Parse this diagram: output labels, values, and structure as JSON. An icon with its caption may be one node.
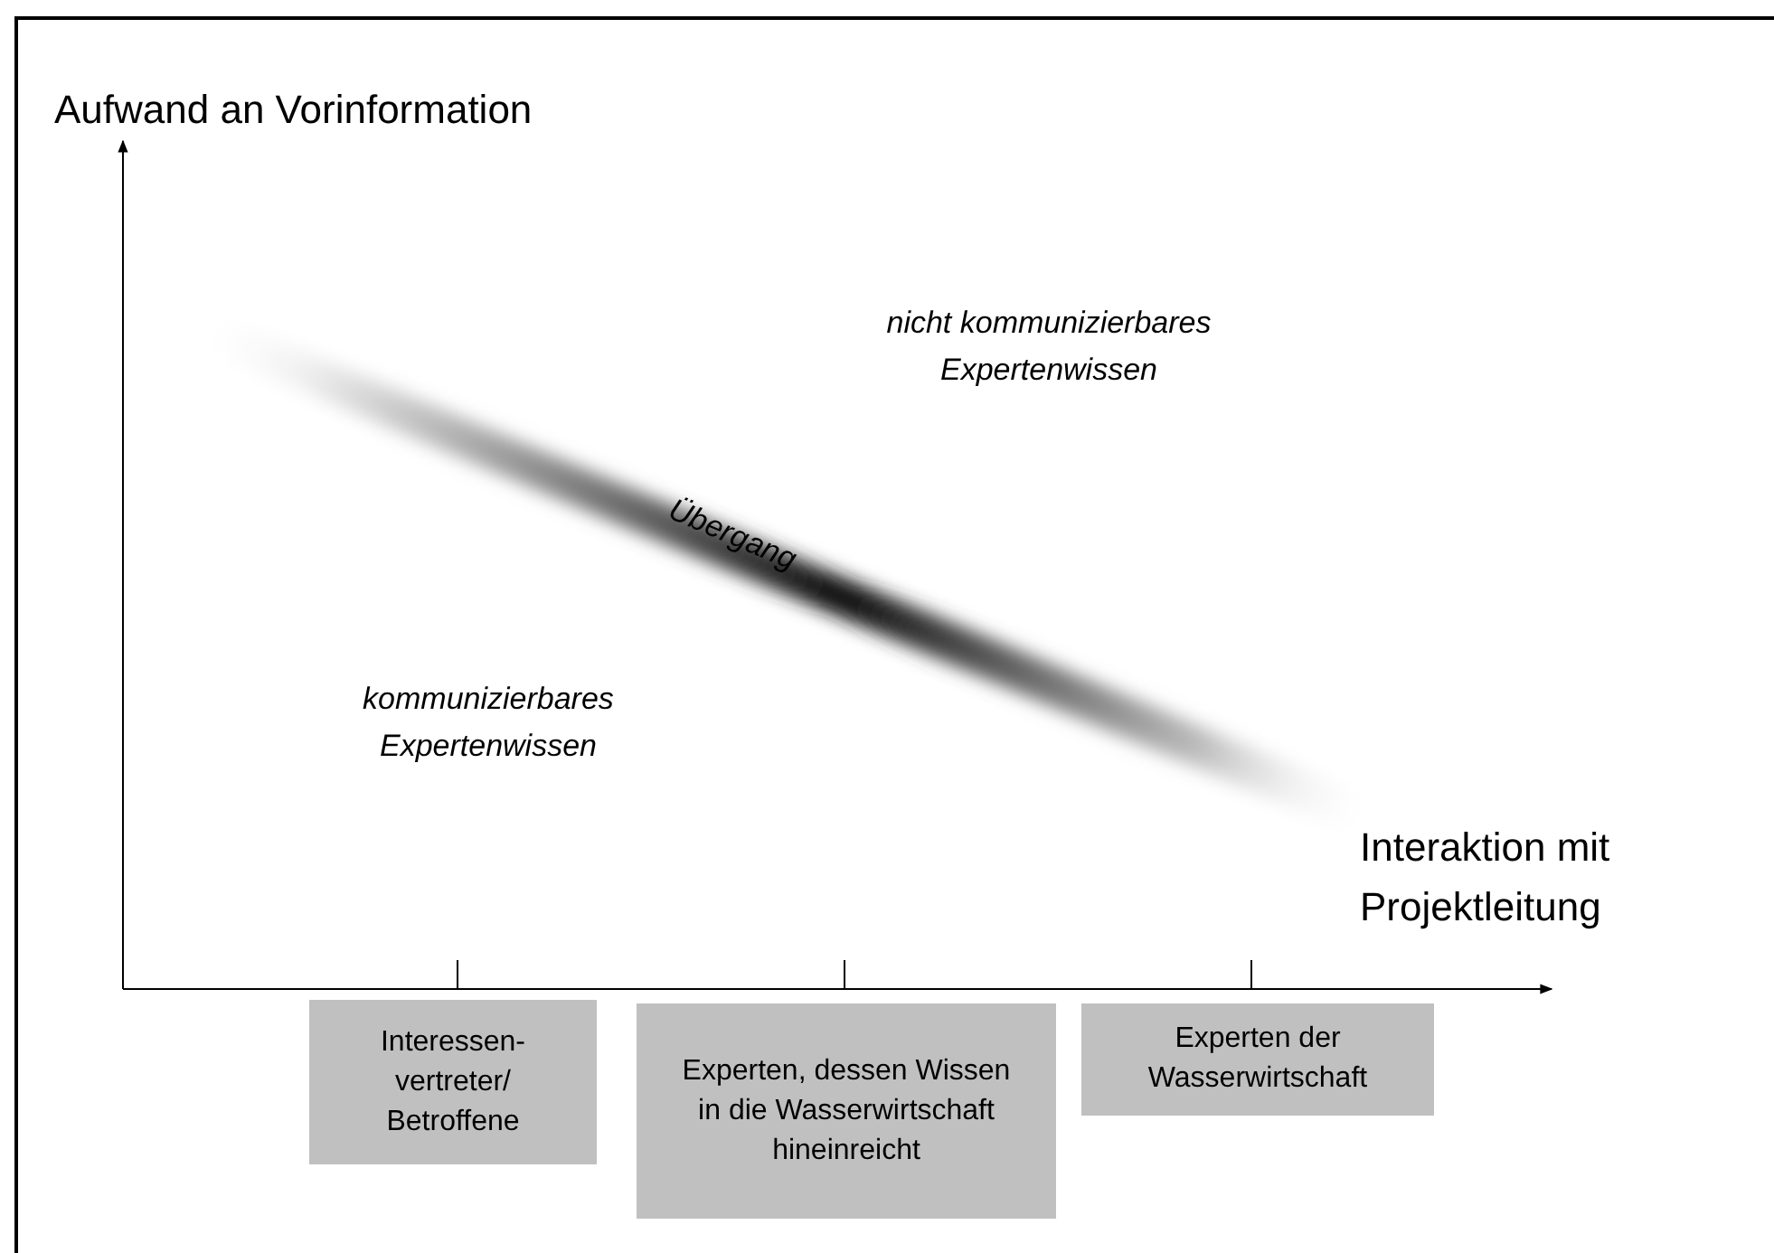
{
  "diagram": {
    "nodes": [
      {
        "text": [
          "Interessen- vertreter/ Betroffene"
        ]
      },
      {
        "text": [
          "Experten, dessen Wissen in die Wasserwirtschaft hineinreicht"
        ]
      },
      {
        "text": [
          "Experten der Wasserwirtschaft"
        ]
      }
    ],
    "labels": [
      "Aufwand an Vorinformation",
      "nicht kommunizierbares Expertenwissen",
      "Übergang",
      "kommunizierbares Expertenwissen",
      "Interaktion mit Projektleitung"
    ]
  }
}
